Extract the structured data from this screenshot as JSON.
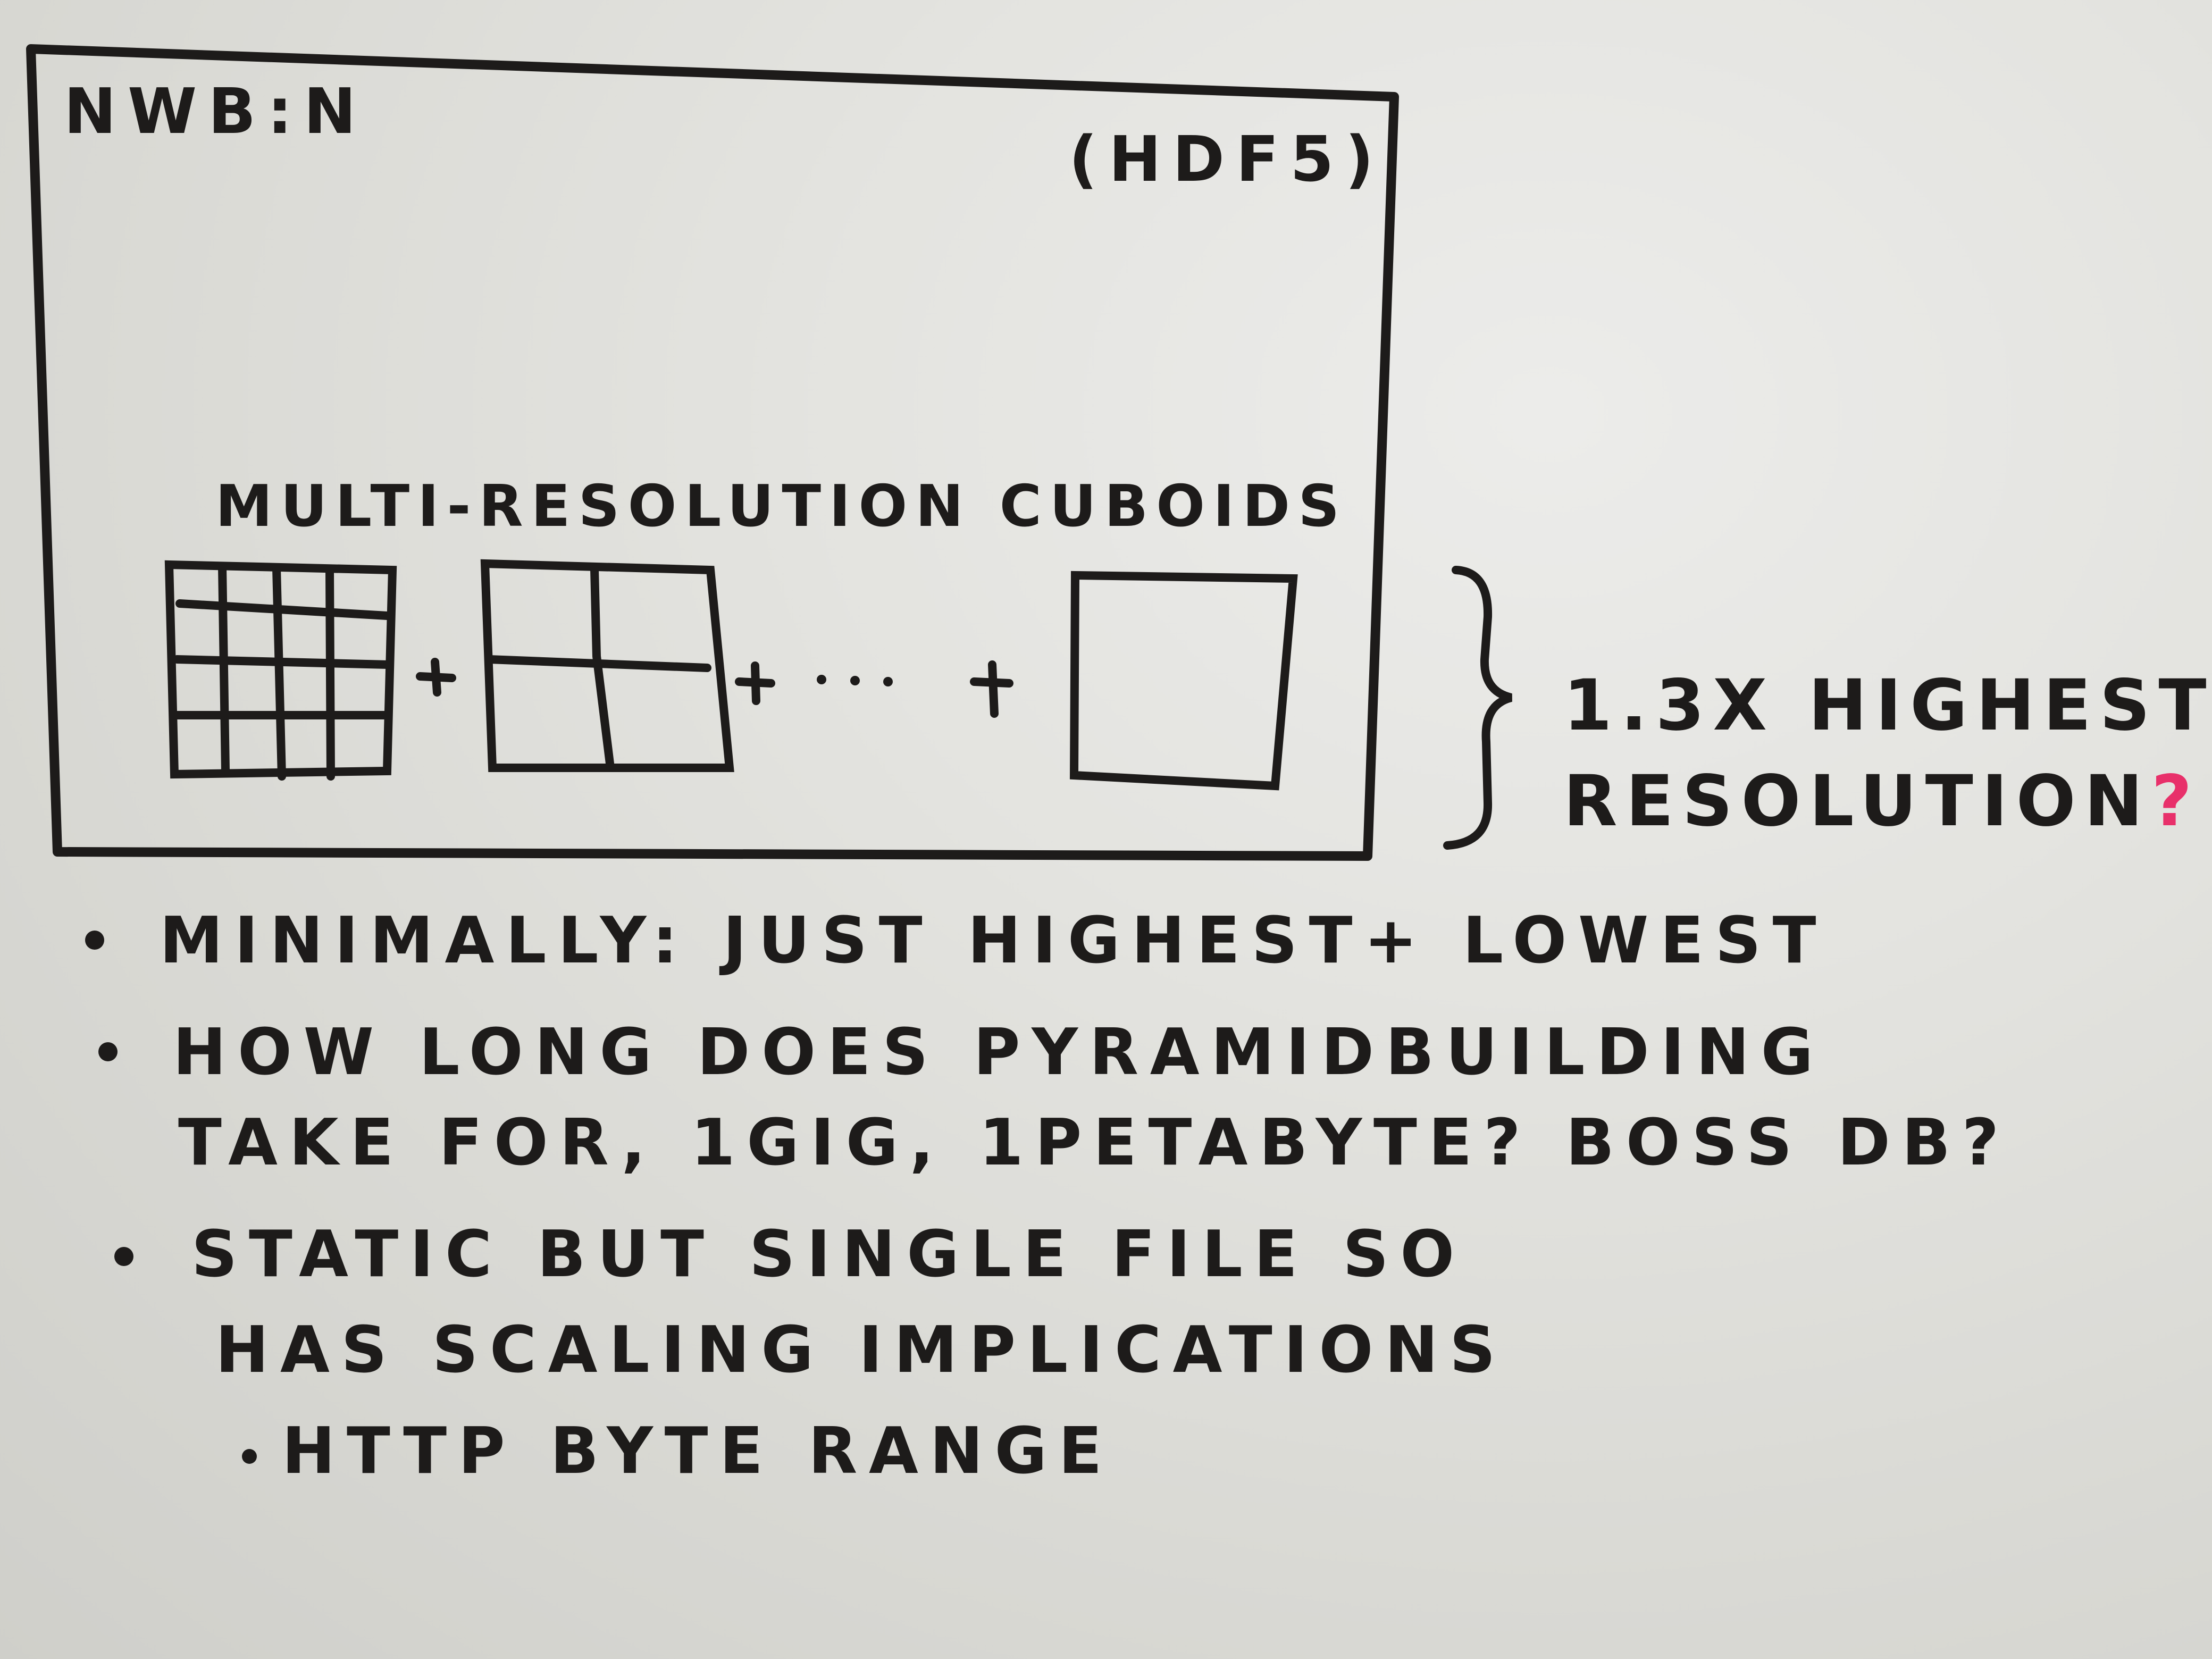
{
  "photo": {
    "box_title": "NWB:N",
    "box_format": "(HDF5)",
    "cuboids_label": "MULTI-RESOLUTION CUBOIDS",
    "plus_sign": "+",
    "ellipsis_sign": "+ · · ·",
    "resolution_note": {
      "line1": "1.3x HIGHEST",
      "line2": "RESOLUTION",
      "question_mark": "?"
    },
    "bullets": [
      "MINIMALLY: JUST HIGHEST+ LOWEST",
      "HOW LONG DOES PYRAMIDBUILDING",
      "TAKE FOR, 1GIG, 1PETABYTE? BOSS DB?",
      "STATIC BUT SINGLE FILE SO",
      "HAS SCALING IMPLICATIONS",
      "HTTP BYTE RANGE"
    ],
    "colors": {
      "ink": "#1d1b1a",
      "accent_question": "#e8306a",
      "board": "#e3e3df"
    }
  }
}
